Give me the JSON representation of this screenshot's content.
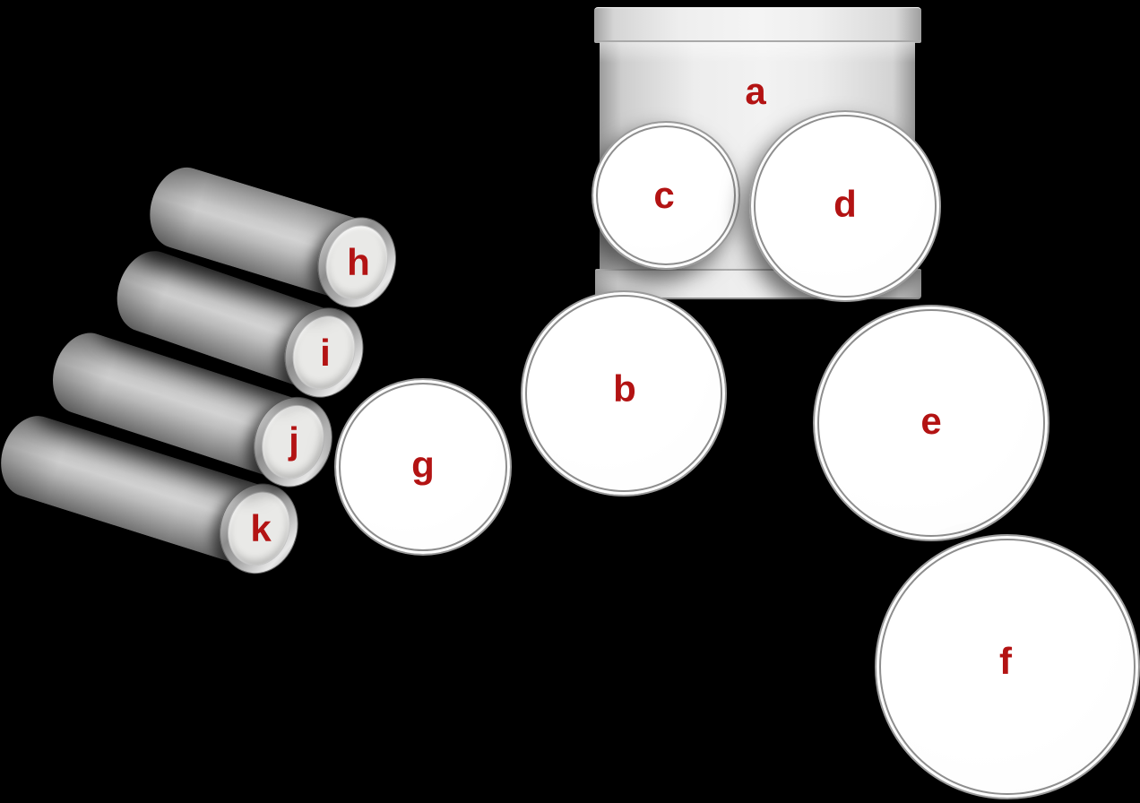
{
  "canvas": {
    "background_color": "#000000",
    "label_color": "#b31313"
  },
  "objects": {
    "a": {
      "label": "a",
      "shape": "large-upright-cylinder"
    },
    "b": {
      "label": "b",
      "shape": "circle-disc"
    },
    "c": {
      "label": "c",
      "shape": "circle-disc"
    },
    "d": {
      "label": "d",
      "shape": "circle-disc"
    },
    "e": {
      "label": "e",
      "shape": "circle-disc"
    },
    "f": {
      "label": "f",
      "shape": "circle-disc"
    },
    "g": {
      "label": "g",
      "shape": "circle-disc"
    },
    "h": {
      "label": "h",
      "shape": "lying-cylinder"
    },
    "i": {
      "label": "i",
      "shape": "lying-cylinder"
    },
    "j": {
      "label": "j",
      "shape": "lying-cylinder"
    },
    "k": {
      "label": "k",
      "shape": "lying-cylinder"
    }
  }
}
